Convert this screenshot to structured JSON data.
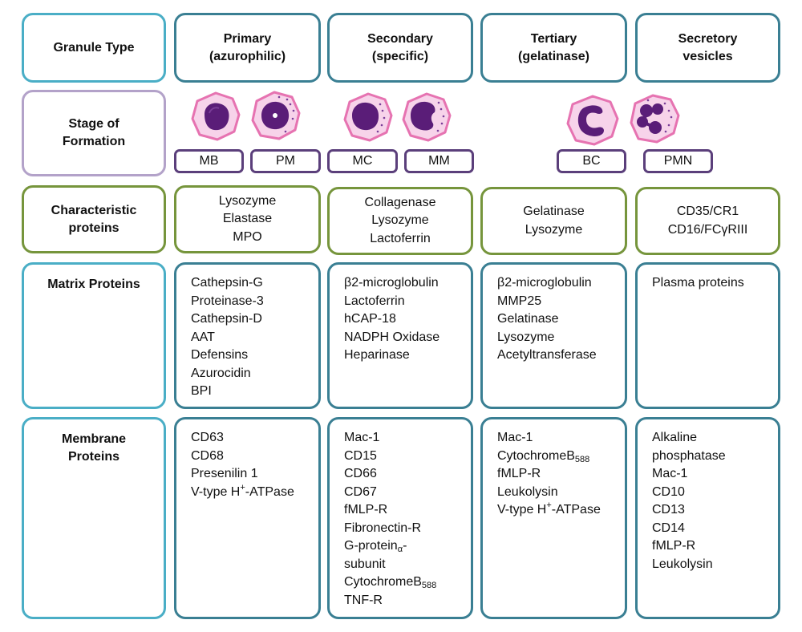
{
  "header": {
    "granule_type": "Granule Type",
    "primary": [
      "Primary",
      "(azurophilic)"
    ],
    "secondary": [
      "Secondary",
      "(specific)"
    ],
    "tertiary": [
      "Tertiary",
      "(gelatinase)"
    ],
    "secretory": [
      "Secretory",
      "vesicles"
    ]
  },
  "stage": {
    "label": [
      "Stage of",
      "Formation"
    ],
    "cells": [
      "MB",
      "PM",
      "MC",
      "MM",
      "BC",
      "PMN"
    ]
  },
  "characteristic": {
    "label": [
      "Characteristic",
      "proteins"
    ],
    "primary": [
      "Lysozyme",
      "Elastase",
      "MPO"
    ],
    "secondary": [
      "Collagenase",
      "Lysozyme",
      "Lactoferrin"
    ],
    "tertiary": [
      "Gelatinase",
      "Lysozyme"
    ],
    "secretory": [
      "CD35/CR1",
      "CD16/FCγRIII"
    ]
  },
  "matrix": {
    "label": "Matrix Proteins",
    "primary": [
      "Cathepsin-G",
      "Proteinase-3",
      "Cathepsin-D",
      "AAT",
      "Defensins",
      "Azurocidin",
      "BPI"
    ],
    "secondary": [
      "β2-microglobulin",
      "Lactoferrin",
      "hCAP-18",
      "NADPH Oxidase",
      "Heparinase"
    ],
    "tertiary": [
      "β2-microglobulin",
      "MMP25",
      "Gelatinase",
      "Lysozyme",
      "Acetyltransferase"
    ],
    "secretory": [
      "Plasma proteins"
    ]
  },
  "membrane": {
    "label": [
      "Membrane",
      "Proteins"
    ],
    "primary": [
      "CD63",
      "CD68",
      "Presenilin 1",
      "V-type H",
      "+",
      "-ATPase"
    ],
    "secondary": [
      "Mac-1",
      "CD15",
      "CD66",
      "CD67",
      "fMLP-R",
      "Fibronectin-R",
      "G-protein",
      "α",
      "-",
      "subunit",
      "CytochromeB",
      "588",
      "TNF-R"
    ],
    "tertiary": [
      "Mac-1",
      "CytochromeB",
      "588",
      "fMLP-R",
      "Leukolysin",
      "V-type H",
      "+",
      "-ATPase"
    ],
    "secretory": [
      "Alkaline",
      "phosphatase",
      "Mac-1",
      "CD10",
      "CD13",
      "CD14",
      "fMLP-R",
      "Leukolysin"
    ]
  },
  "colors": {
    "teal": "#3a7f93",
    "light_teal": "#4aaec6",
    "lavender": "#b3a2c9",
    "green": "#76953c",
    "purple": "#5b3f7b",
    "cell_membrane": "#e673b1",
    "cell_cytoplasm": "#f7d3ea",
    "nucleus": "#5a1d78"
  }
}
